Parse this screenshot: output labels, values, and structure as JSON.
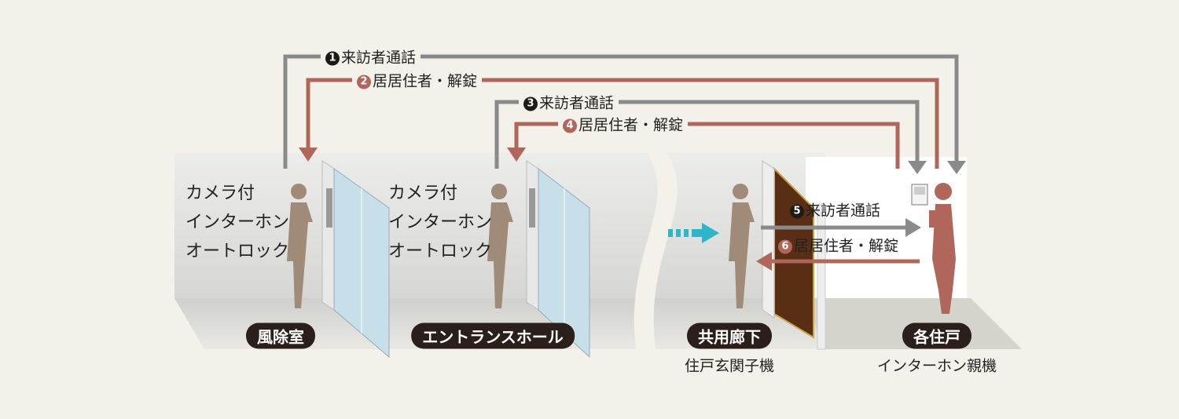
{
  "flows": [
    {
      "num": "1",
      "label": "来訪者通話",
      "color": "#8a8a8a"
    },
    {
      "num": "2",
      "label": "居居住者・解錠",
      "color": "#b0665a"
    },
    {
      "num": "3",
      "label": "来訪者通話",
      "color": "#8a8a8a"
    },
    {
      "num": "4",
      "label": "居居住者・解錠",
      "color": "#b0665a"
    },
    {
      "num": "5",
      "label": "来訪者通話",
      "color": "#8a8a8a"
    },
    {
      "num": "6",
      "label": "居居住者・解錠",
      "color": "#b0665a"
    }
  ],
  "intercom_text": [
    "カメラ付",
    "インターホン",
    "オートロック"
  ],
  "zones": [
    {
      "name": "風除室"
    },
    {
      "name": "エントランスホール"
    },
    {
      "name": "共用廊下",
      "device": "住戸玄関子機"
    },
    {
      "name": "各住戸",
      "device": "インターホン親機"
    }
  ]
}
